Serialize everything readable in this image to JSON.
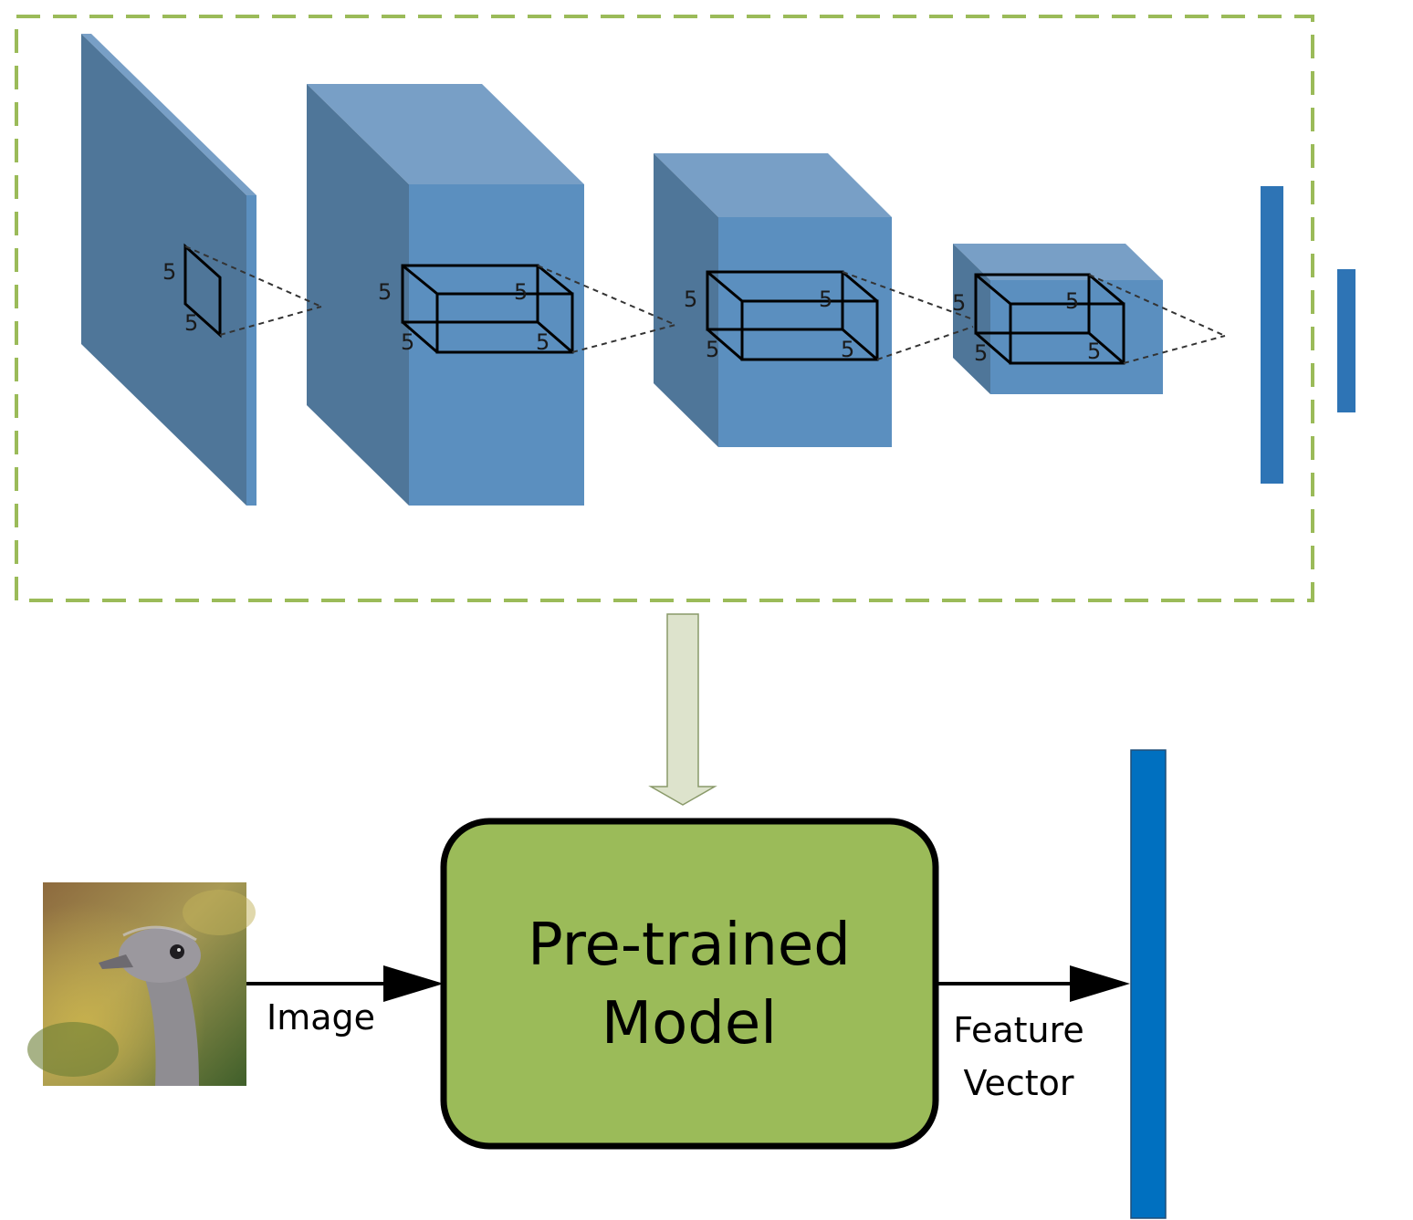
{
  "cnn": {
    "kernel_size_label": "5"
  },
  "model_box": {
    "line1": "Pre-trained",
    "line2": "Model"
  },
  "input_label": "Image",
  "output_label_line1": "Feature",
  "output_label_line2": "Vector",
  "colors": {
    "dashed_frame": "#9bbb59",
    "volume_front": "#5b8fbf",
    "volume_top": "#789fc6",
    "volume_side": "#4f7699",
    "dense_bar": "#2e74b5",
    "feature_bar": "#0070c0",
    "model_fill": "#9bbb59",
    "transfer_arrow_fill": "#dde3cc",
    "transfer_arrow_stroke": "#8a9a6a"
  }
}
